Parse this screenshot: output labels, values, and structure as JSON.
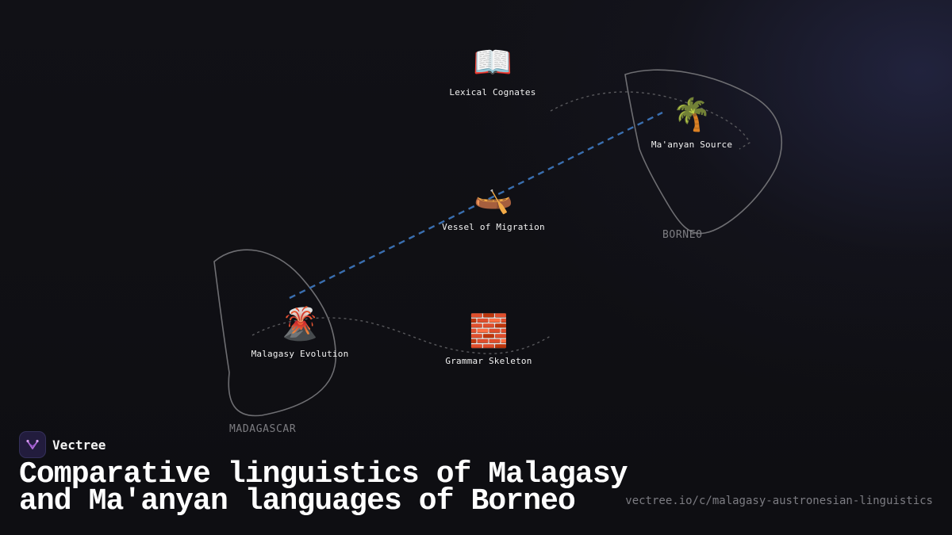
{
  "diagram": {
    "regions": {
      "borneo": {
        "label": "BORNEO"
      },
      "madagascar": {
        "label": "MADAGASCAR"
      }
    },
    "nodes": {
      "lexical_cognates": {
        "icon": "open-book-icon",
        "glyph": "📖",
        "label": "Lexical Cognates"
      },
      "manyan_source": {
        "icon": "palm-tree-icon",
        "glyph": "🌴",
        "label": "Ma'anyan Source"
      },
      "vessel_of_migration": {
        "icon": "canoe-icon",
        "glyph": "🛶",
        "label": "Vessel of Migration"
      },
      "malagasy_evolution": {
        "icon": "volcano-icon",
        "glyph": "🌋",
        "label": "Malagasy Evolution"
      },
      "grammar_skeleton": {
        "icon": "brick-icon",
        "glyph": "🧱",
        "label": "Grammar Skeleton"
      }
    },
    "colors": {
      "migration_route": "#3a6fb0",
      "coastline": "#6e6e72",
      "secondary_route": "#58585c"
    }
  },
  "brand": {
    "name": "Vectree",
    "accent": "#b06ad8"
  },
  "title": {
    "line1": "Comparative linguistics of Malagasy",
    "line2": "and Ma'anyan languages of Borneo"
  },
  "footer": {
    "url": "vectree.io/c/malagasy-austronesian-linguistics"
  }
}
